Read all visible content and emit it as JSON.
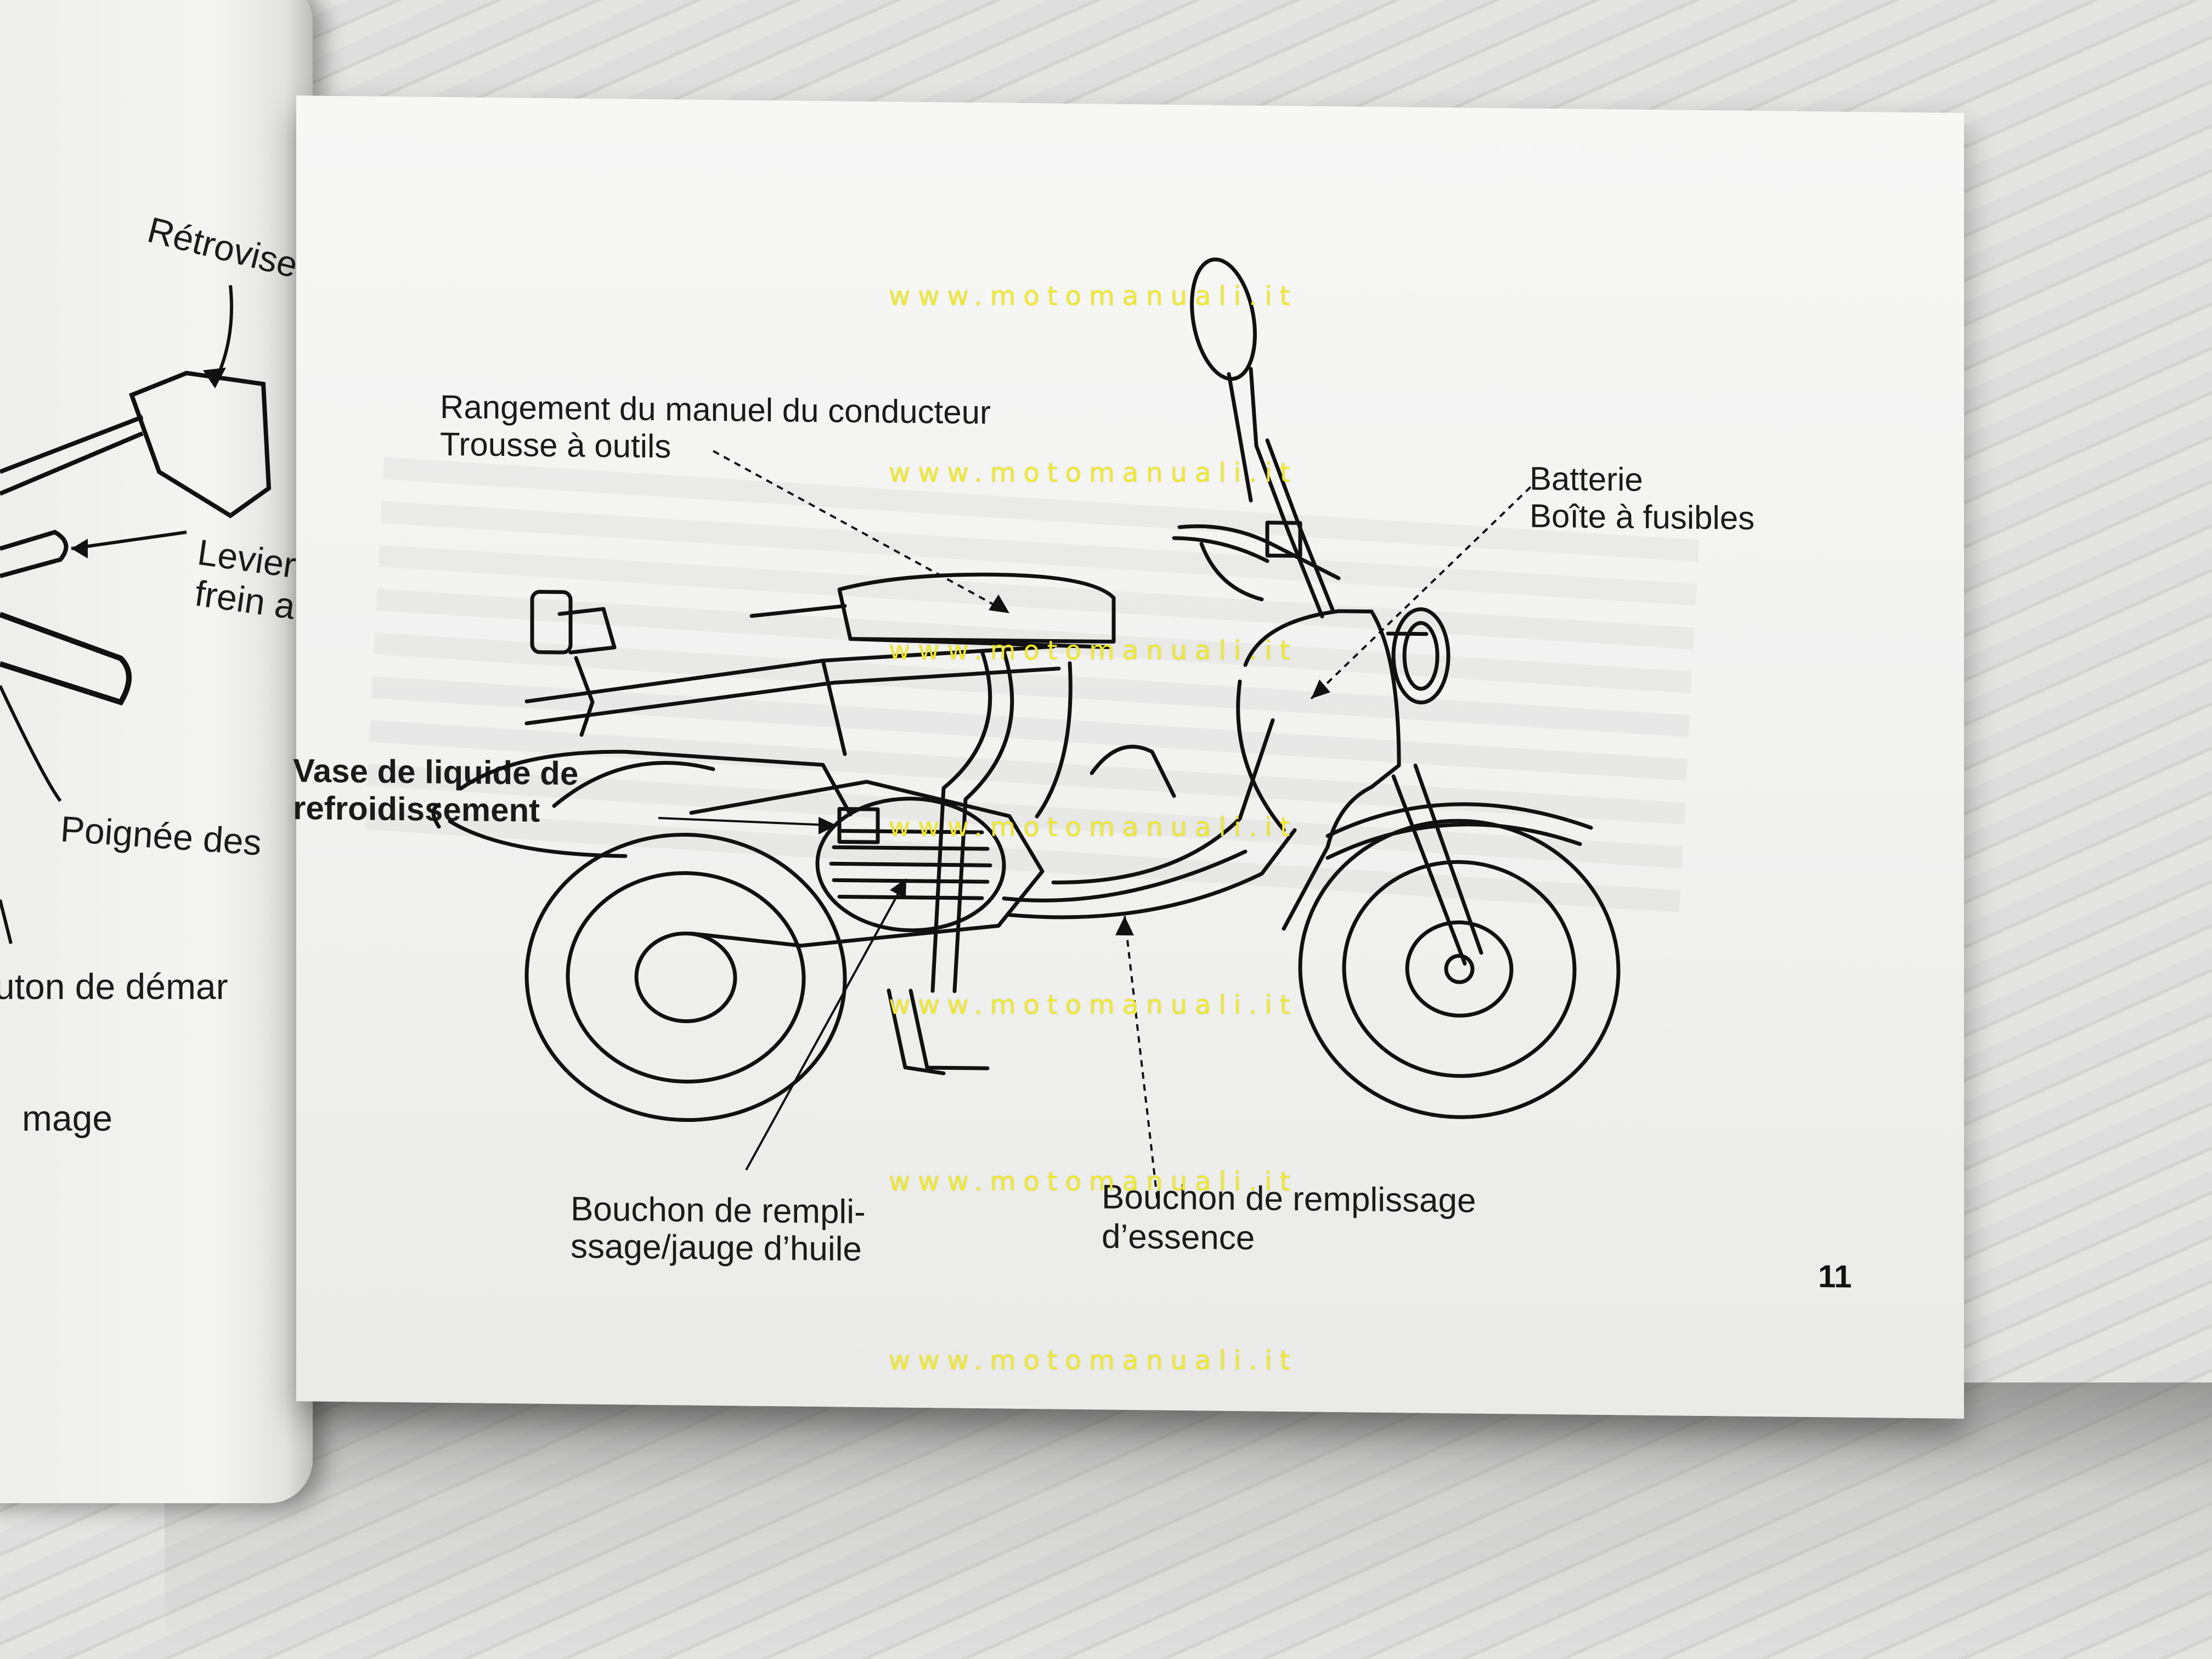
{
  "left_page": {
    "labels": [
      "Rétroviseur",
      "Levier",
      "frein a",
      "Poignée des",
      "uton de démar",
      "mage"
    ]
  },
  "right_page": {
    "labels": {
      "storage_line1": "Rangement du manuel du conducteur",
      "storage_line2": "Trousse à outils",
      "battery_line1": "Batterie",
      "battery_line2": "Boîte à fusibles",
      "coolant_line1": "Vase de liquide de",
      "coolant_line2": "refroidissement",
      "oil_line1": "Bouchon   de   rempli-",
      "oil_line2": "ssage/jauge d’huile",
      "fuel_line1": "Bouchon   de   remplissage",
      "fuel_line2": "d’essence"
    },
    "page_number": "11"
  },
  "watermarks": [
    "www.motomanuali.it",
    "www.motomanuali.it",
    "www.motomanuali.it",
    "www.motomanuali.it",
    "www.motomanuali.it",
    "www.motomanuali.it",
    "www.motomanuali.it"
  ],
  "colors": {
    "watermark": "#f0ea2a",
    "paper": "#f3f3f2",
    "ink": "#1a1a1a"
  }
}
